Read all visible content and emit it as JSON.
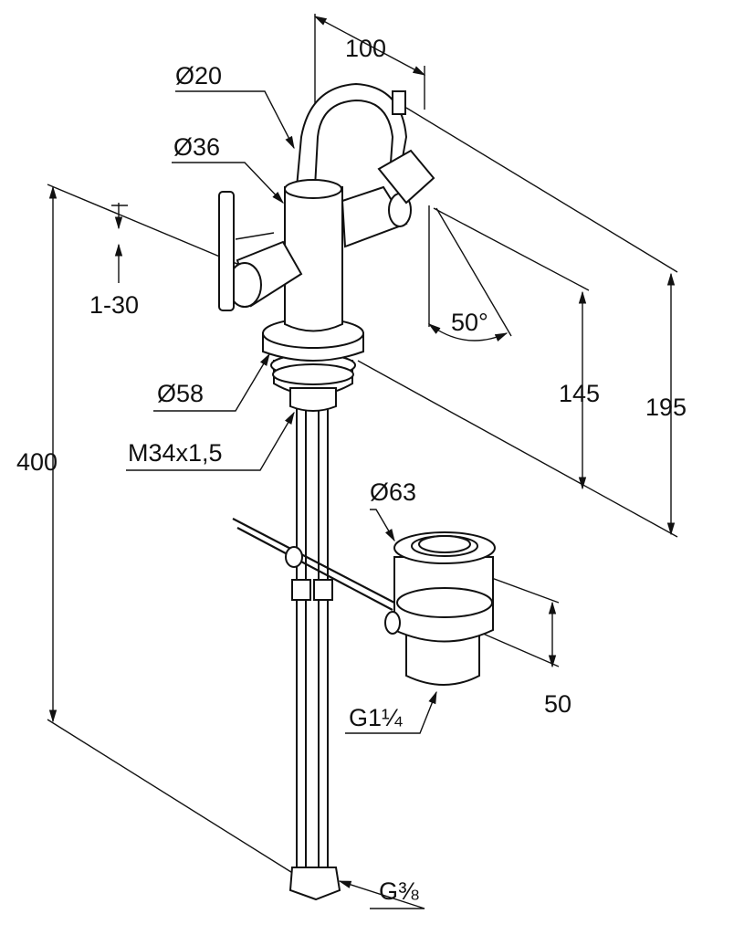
{
  "drawing": {
    "title": "Bidet mixer technical drawing",
    "dimensions": {
      "spout_reach": "100",
      "spout_diameter": "Ø20",
      "body_diameter": "Ø36",
      "popup_stroke": "1-30",
      "swivel_angle": "50°",
      "outlet_height": "145",
      "total_height_top": "195",
      "base_diameter": "Ø58",
      "thread": "M34x1,5",
      "total_length": "400",
      "waste_diameter": "Ø63",
      "waste_height": "50",
      "waste_thread": "G1¼",
      "hose_thread": "G⅜"
    }
  }
}
